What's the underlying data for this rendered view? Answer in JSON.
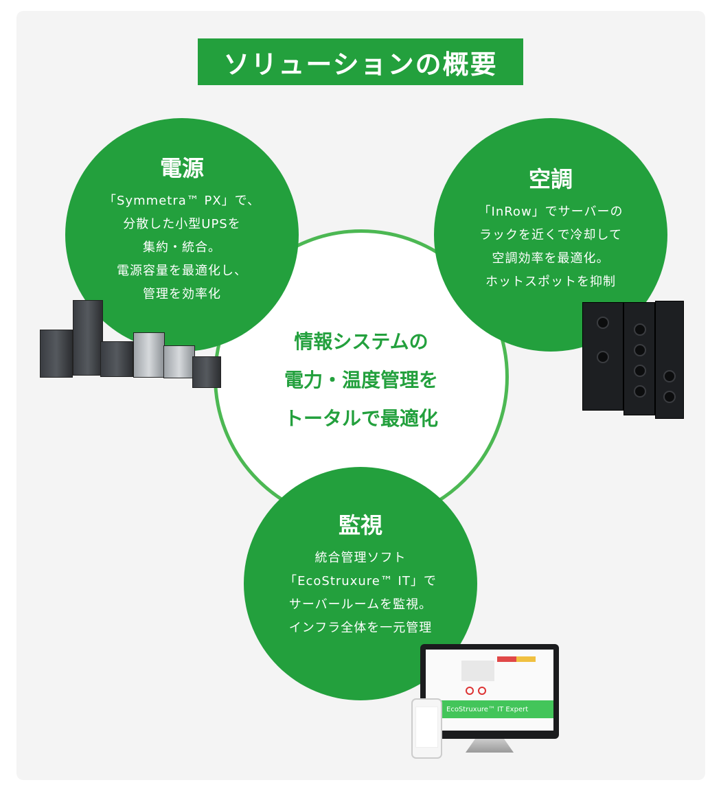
{
  "title": "ソリューションの概要",
  "center": {
    "lines": [
      "情報システムの",
      "電力・温度管理を",
      "トータルで最適化"
    ]
  },
  "power": {
    "heading": "電源",
    "lines": [
      "「Symmetra™ PX」で、",
      "分散した小型UPSを",
      "集約・統合。",
      "電源容量を最適化し、",
      "管理を効率化"
    ]
  },
  "cooling": {
    "heading": "空調",
    "lines": [
      "「InRow」でサーバーの",
      "ラックを近くで冷却して",
      "空調効率を最適化。",
      "ホットスポットを抑制"
    ]
  },
  "monitoring": {
    "heading": "監視",
    "lines": [
      "統合管理ソフト",
      "「EcoStruxure™ IT」で",
      "サーバールームを監視。",
      "インフラ全体を一元管理"
    ]
  },
  "product_banner": "EcoStruxure™ IT Expert",
  "colors": {
    "green": "#23a03d",
    "ring": "#4cb853",
    "bg": "#f4f4f4"
  }
}
